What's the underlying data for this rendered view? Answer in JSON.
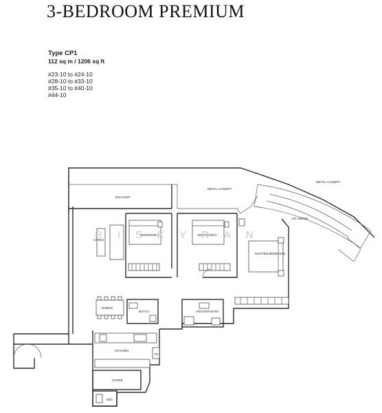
{
  "header": {
    "title": "3-BEDROOM PREMIUM"
  },
  "unit": {
    "type": "Type CP1",
    "area": "112 sq m / 1206 sq ft",
    "stacks": [
      "#23-10 to #24-10",
      "#28-10 to #33-10",
      "#35-10 to #40-10",
      "#44-10"
    ]
  },
  "plan": {
    "watermark": "RISKYRAN",
    "labels": {
      "balcony": "BALCONY",
      "metal_canopy": "METAL CANOPY",
      "metal_canopy_2": "METAL CANOPY",
      "ac_ledge": "A/C LEDGE",
      "living": "LIVING",
      "bedroom_3": "BEDROOM 3",
      "bedroom_2": "BEDROOM 2",
      "master_bedroom": "MASTER BEDROOM",
      "dining": "DINING",
      "bath_2": "BATH 2",
      "master_bath": "MASTER BATH",
      "kitchen": "KITCHEN",
      "store": "STORE",
      "wc": "W/C",
      "yard": "YD"
    }
  }
}
